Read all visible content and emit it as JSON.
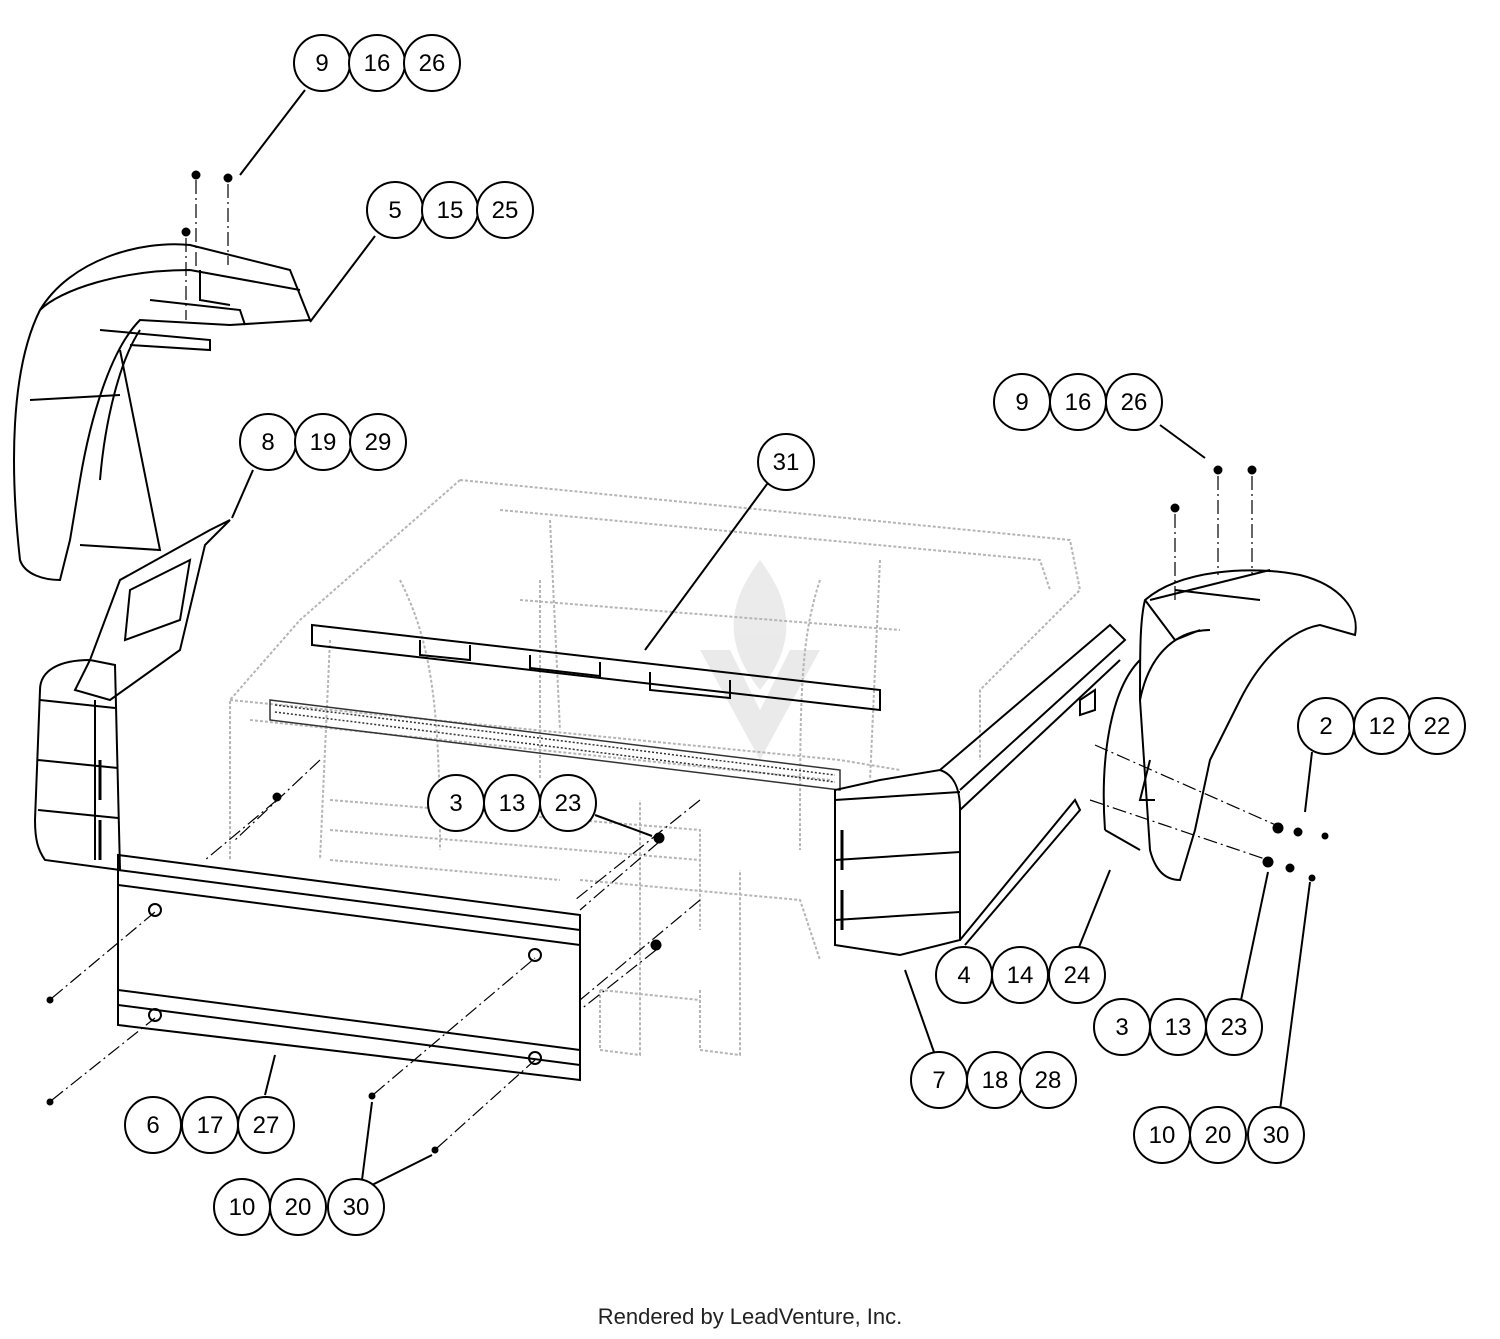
{
  "footer": "Rendered by LeadVenture, Inc.",
  "callouts": [
    {
      "id": "top-left-hardware",
      "numbers": [
        "9",
        "16",
        "26"
      ]
    },
    {
      "id": "top-left-fender",
      "numbers": [
        "5",
        "15",
        "25"
      ]
    },
    {
      "id": "left-side-panel",
      "numbers": [
        "8",
        "19",
        "29"
      ]
    },
    {
      "id": "frame-cross-member",
      "numbers": [
        "31"
      ]
    },
    {
      "id": "right-hardware",
      "numbers": [
        "9",
        "16",
        "26"
      ]
    },
    {
      "id": "right-bolts",
      "numbers": [
        "2",
        "12",
        "22"
      ]
    },
    {
      "id": "center-nuts",
      "numbers": [
        "3",
        "13",
        "23"
      ]
    },
    {
      "id": "right-rail",
      "numbers": [
        "4",
        "14",
        "24"
      ]
    },
    {
      "id": "right-nuts",
      "numbers": [
        "3",
        "13",
        "23"
      ]
    },
    {
      "id": "right-side-panel",
      "numbers": [
        "7",
        "18",
        "28"
      ]
    },
    {
      "id": "rear-panel",
      "numbers": [
        "6",
        "17",
        "27"
      ]
    },
    {
      "id": "right-screws",
      "numbers": [
        "10",
        "20",
        "30"
      ]
    },
    {
      "id": "bottom-screws",
      "numbers": [
        "10",
        "20",
        "30"
      ]
    }
  ]
}
